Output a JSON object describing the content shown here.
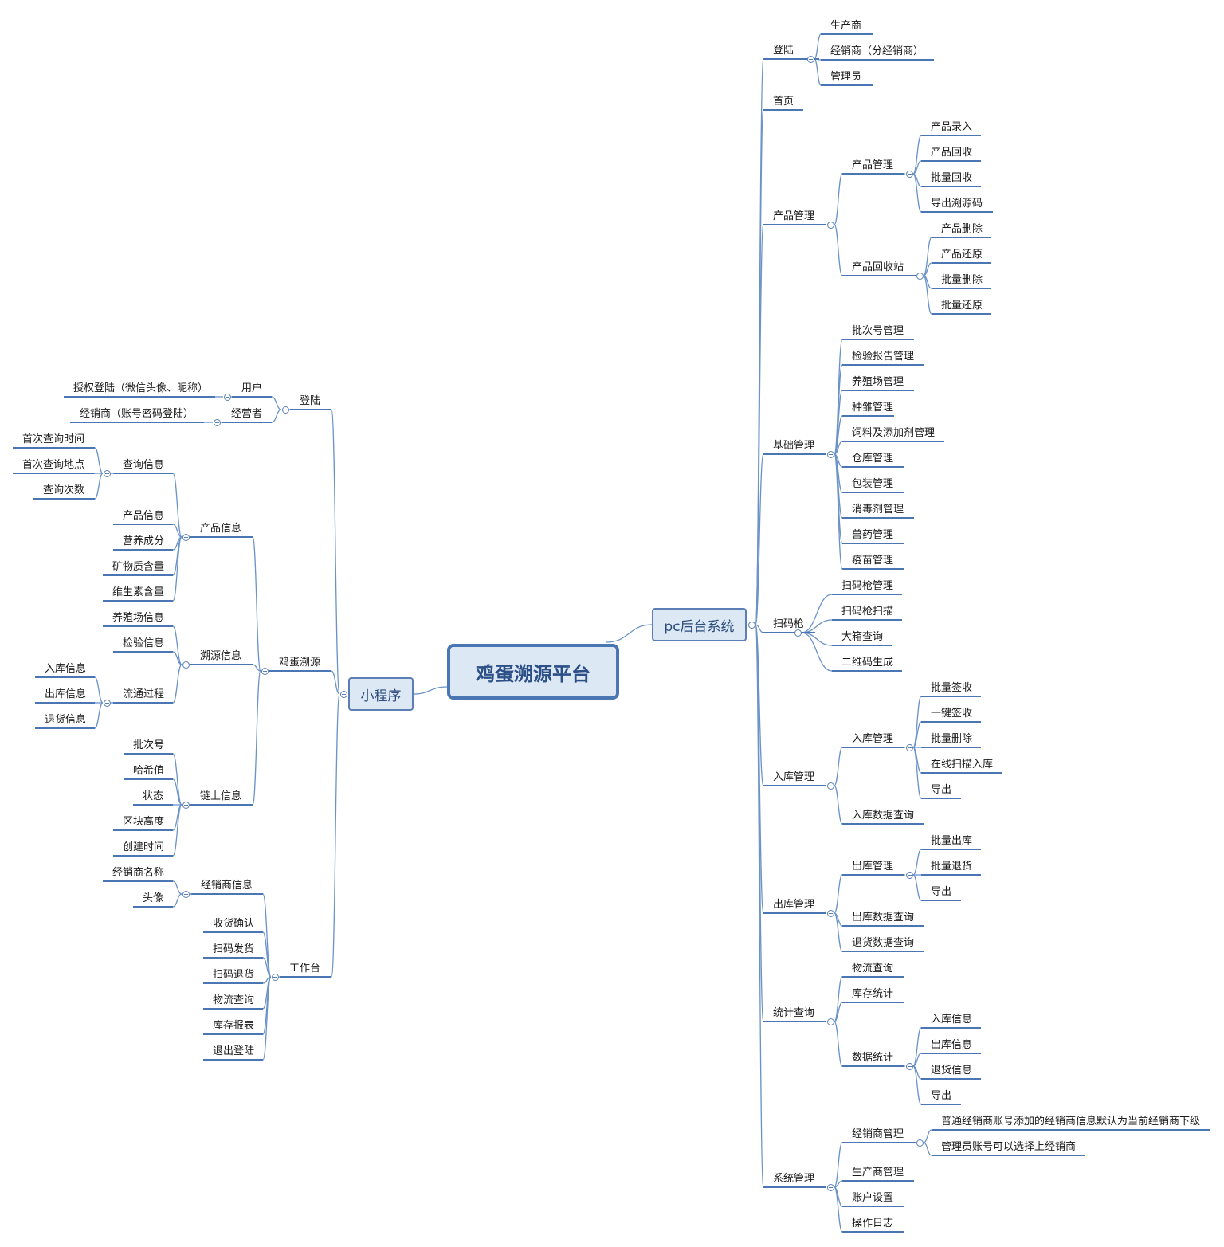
{
  "root": "鸡蛋溯源平台",
  "left_branch": {
    "label": "小程序",
    "children": [
      {
        "label": "登陆",
        "children": [
          {
            "label": "用户",
            "children": [
              {
                "label": "授权登陆（微信头像、昵称）"
              }
            ]
          },
          {
            "label": "经营者",
            "children": [
              {
                "label": "经销商（账号密码登陆）"
              }
            ]
          }
        ]
      },
      {
        "label": "鸡蛋溯源",
        "children": [
          {
            "label": "产品信息",
            "children": [
              {
                "label": "查询信息",
                "children": [
                  {
                    "label": "首次查询时间"
                  },
                  {
                    "label": "首次查询地点"
                  },
                  {
                    "label": "查询次数"
                  }
                ]
              },
              {
                "label": "产品信息"
              },
              {
                "label": "营养成分"
              },
              {
                "label": "矿物质含量"
              },
              {
                "label": "维生素含量"
              }
            ]
          },
          {
            "label": "溯源信息",
            "children": [
              {
                "label": "养殖场信息"
              },
              {
                "label": "检验信息"
              },
              {
                "label": "流通过程",
                "children": [
                  {
                    "label": "入库信息"
                  },
                  {
                    "label": "出库信息"
                  },
                  {
                    "label": "退货信息"
                  }
                ]
              }
            ]
          },
          {
            "label": "链上信息",
            "children": [
              {
                "label": "批次号"
              },
              {
                "label": "哈希值"
              },
              {
                "label": "状态"
              },
              {
                "label": "区块高度"
              },
              {
                "label": "创建时间"
              }
            ]
          }
        ]
      },
      {
        "label": "工作台",
        "children": [
          {
            "label": "经销商信息",
            "children": [
              {
                "label": "经销商名称"
              },
              {
                "label": "头像"
              }
            ]
          },
          {
            "label": "收货确认"
          },
          {
            "label": "扫码发货"
          },
          {
            "label": "扫码退货"
          },
          {
            "label": "物流查询"
          },
          {
            "label": "库存报表"
          },
          {
            "label": "退出登陆"
          }
        ]
      }
    ]
  },
  "right_branch": {
    "label": "pc后台系统",
    "children": [
      {
        "label": "登陆",
        "children": [
          {
            "label": "生产商"
          },
          {
            "label": "经销商（分经销商）"
          },
          {
            "label": "管理员"
          }
        ]
      },
      {
        "label": "首页"
      },
      {
        "label": "产品管理",
        "children": [
          {
            "label": "产品管理",
            "children": [
              {
                "label": "产品录入"
              },
              {
                "label": "产品回收"
              },
              {
                "label": "批量回收"
              },
              {
                "label": "导出溯源码"
              }
            ]
          },
          {
            "label": "产品回收站",
            "children": [
              {
                "label": "产品删除"
              },
              {
                "label": "产品还原"
              },
              {
                "label": "批量删除"
              },
              {
                "label": "批量还原"
              }
            ]
          }
        ]
      },
      {
        "label": "基础管理",
        "children": [
          {
            "label": "批次号管理"
          },
          {
            "label": "检验报告管理"
          },
          {
            "label": "养殖场管理"
          },
          {
            "label": "种雏管理"
          },
          {
            "label": "饲料及添加剂管理"
          },
          {
            "label": "仓库管理"
          },
          {
            "label": "包装管理"
          },
          {
            "label": "消毒剂管理"
          },
          {
            "label": "兽药管理"
          },
          {
            "label": "疫苗管理"
          }
        ]
      },
      {
        "label": "扫码枪",
        "children": [
          {
            "label": "扫码枪管理"
          },
          {
            "label": "扫码枪扫描"
          },
          {
            "label": "大箱查询"
          },
          {
            "label": "二维码生成"
          }
        ]
      },
      {
        "label": "入库管理",
        "children": [
          {
            "label": "入库管理",
            "children": [
              {
                "label": "批量签收"
              },
              {
                "label": "一键签收"
              },
              {
                "label": "批量删除"
              },
              {
                "label": "在线扫描入库"
              },
              {
                "label": "导出"
              }
            ]
          },
          {
            "label": "入库数据查询"
          }
        ]
      },
      {
        "label": "出库管理",
        "children": [
          {
            "label": "出库管理",
            "children": [
              {
                "label": "批量出库"
              },
              {
                "label": "批量退货"
              },
              {
                "label": "导出"
              }
            ]
          },
          {
            "label": "出库数据查询"
          },
          {
            "label": "退货数据查询"
          }
        ]
      },
      {
        "label": "统计查询",
        "children": [
          {
            "label": "物流查询"
          },
          {
            "label": "库存统计"
          },
          {
            "label": "数据统计",
            "children": [
              {
                "label": "入库信息"
              },
              {
                "label": "出库信息"
              },
              {
                "label": "退货信息"
              },
              {
                "label": "导出"
              }
            ]
          }
        ]
      },
      {
        "label": "系统管理",
        "children": [
          {
            "label": "经销商管理",
            "children": [
              {
                "label": "普通经销商账号添加的经销商信息默认为当前经销商下级"
              },
              {
                "label": "管理员账号可以选择上经销商"
              }
            ]
          },
          {
            "label": "生产商管理"
          },
          {
            "label": "账户设置"
          },
          {
            "label": "操作日志"
          }
        ]
      }
    ]
  }
}
